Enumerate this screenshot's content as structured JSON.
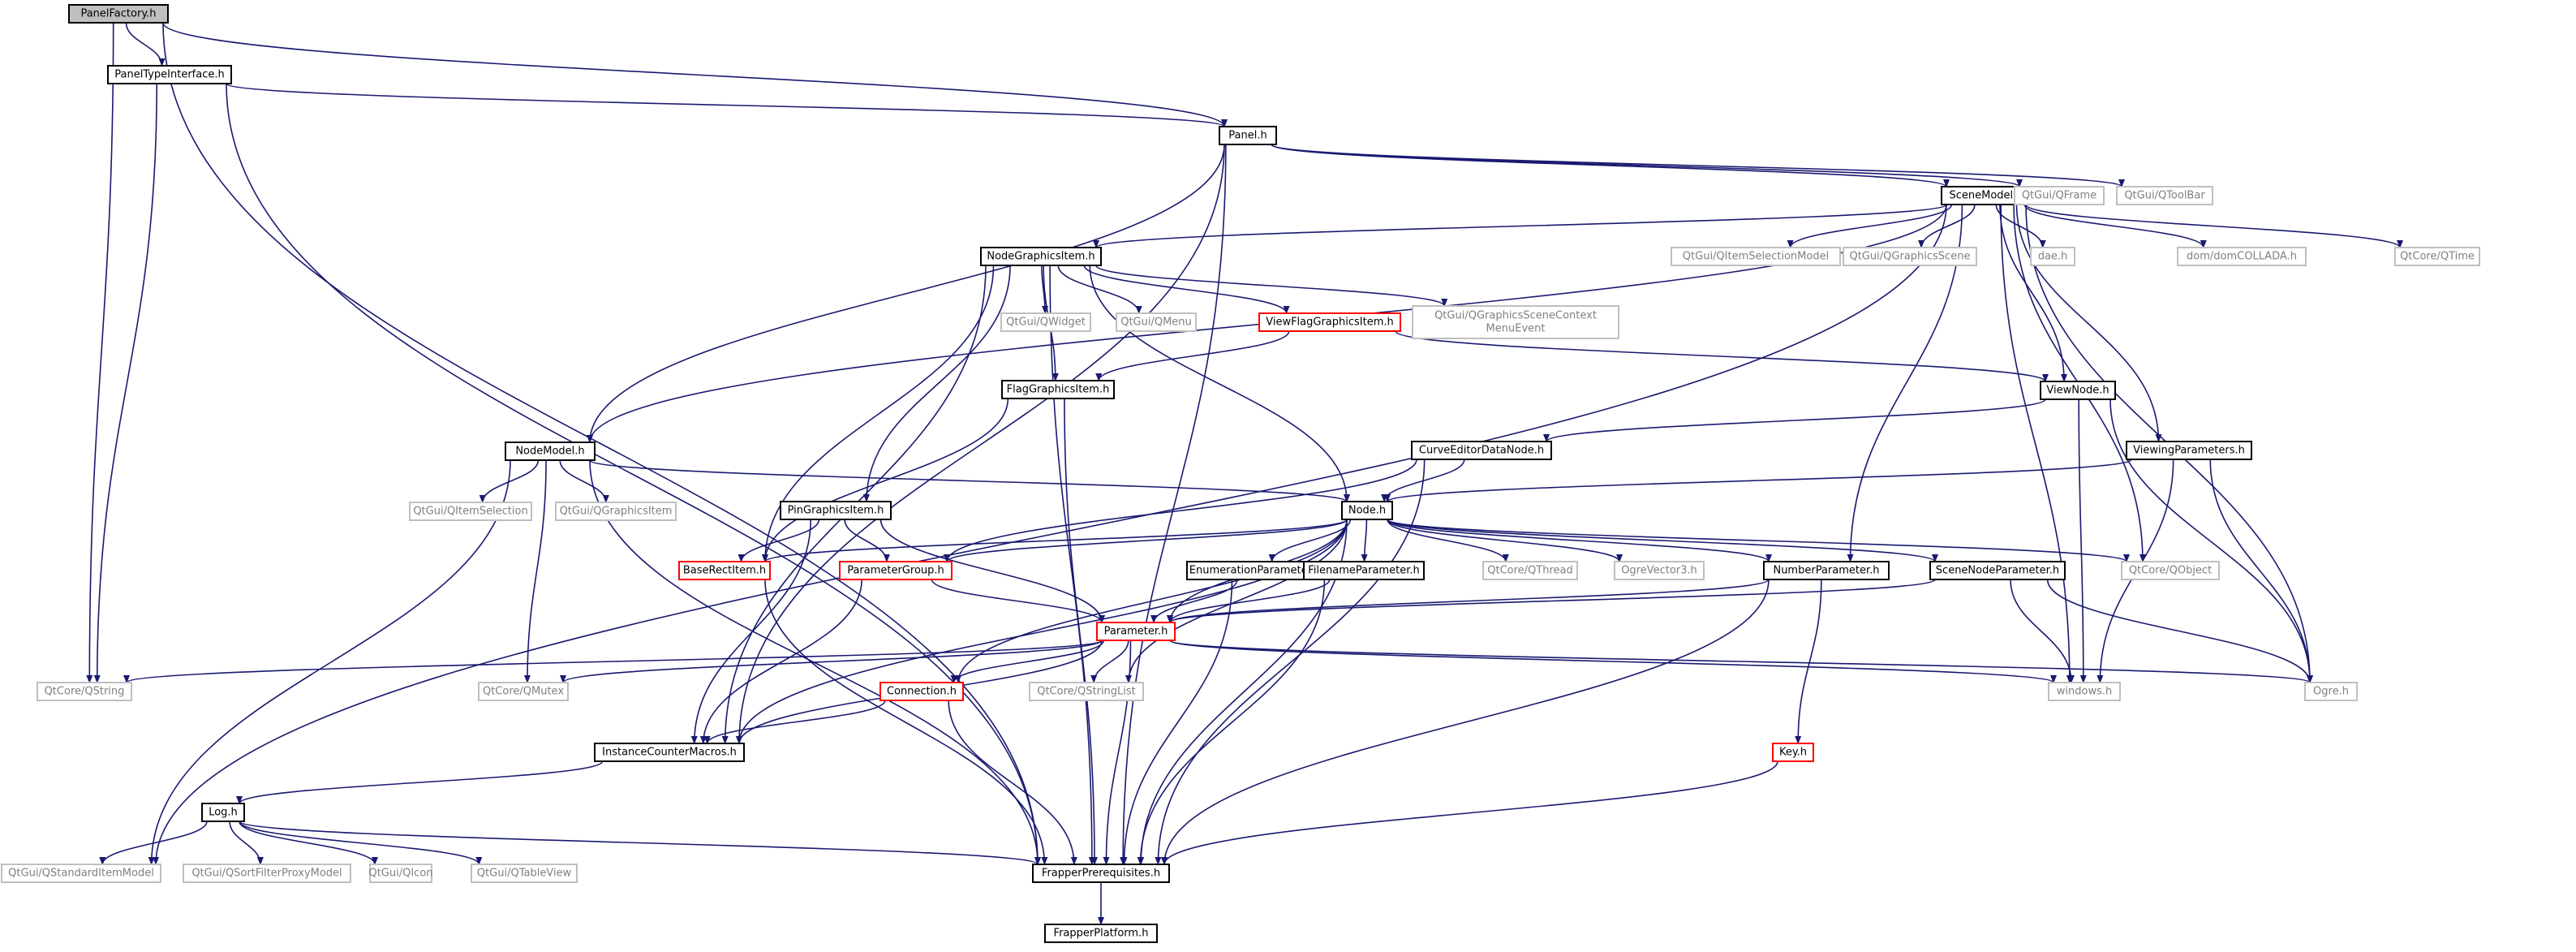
{
  "graph": {
    "nodes": [
      {
        "id": "PanelFactory",
        "label": "PanelFactory.h",
        "kind": "root"
      },
      {
        "id": "PanelTypeInterface",
        "label": "PanelTypeInterface.h",
        "kind": "normal"
      },
      {
        "id": "Panel",
        "label": "Panel.h",
        "kind": "normal"
      },
      {
        "id": "SceneModel",
        "label": "SceneModel.h",
        "kind": "normal"
      },
      {
        "id": "QFrame",
        "label": "QtGui/QFrame",
        "kind": "external"
      },
      {
        "id": "QToolBar",
        "label": "QtGui/QToolBar",
        "kind": "external"
      },
      {
        "id": "NodeGraphicsItem",
        "label": "NodeGraphicsItem.h",
        "kind": "normal"
      },
      {
        "id": "QItemSelectionModel",
        "label": "QtGui/QItemSelectionModel",
        "kind": "external"
      },
      {
        "id": "QGraphicsScene",
        "label": "QtGui/QGraphicsScene",
        "kind": "external"
      },
      {
        "id": "dae",
        "label": "dae.h",
        "kind": "external"
      },
      {
        "id": "domCOLLADA",
        "label": "dom/domCOLLADA.h",
        "kind": "external"
      },
      {
        "id": "QTime",
        "label": "QtCore/QTime",
        "kind": "external"
      },
      {
        "id": "QWidget",
        "label": "QtGui/QWidget",
        "kind": "external"
      },
      {
        "id": "QMenu",
        "label": "QtGui/QMenu",
        "kind": "external"
      },
      {
        "id": "ViewFlagGraphicsItem",
        "label": "ViewFlagGraphicsItem.h",
        "kind": "truncated"
      },
      {
        "id": "QGSCME",
        "label": "QtGui/QGraphicsSceneContext\nMenuEvent",
        "kind": "external"
      },
      {
        "id": "FlagGraphicsItem",
        "label": "FlagGraphicsItem.h",
        "kind": "normal"
      },
      {
        "id": "ViewNode",
        "label": "ViewNode.h",
        "kind": "normal"
      },
      {
        "id": "NodeModel",
        "label": "NodeModel.h",
        "kind": "normal"
      },
      {
        "id": "CurveEditorDataNode",
        "label": "CurveEditorDataNode.h",
        "kind": "normal"
      },
      {
        "id": "ViewingParameters",
        "label": "ViewingParameters.h",
        "kind": "normal"
      },
      {
        "id": "QItemSelection",
        "label": "QtGui/QItemSelection",
        "kind": "external"
      },
      {
        "id": "QGraphicsItem",
        "label": "QtGui/QGraphicsItem",
        "kind": "external"
      },
      {
        "id": "PinGraphicsItem",
        "label": "PinGraphicsItem.h",
        "kind": "normal"
      },
      {
        "id": "Node",
        "label": "Node.h",
        "kind": "normal"
      },
      {
        "id": "BaseRectItem",
        "label": "BaseRectItem.h",
        "kind": "truncated"
      },
      {
        "id": "ParameterGroup",
        "label": "ParameterGroup.h",
        "kind": "truncated"
      },
      {
        "id": "EnumerationParameter",
        "label": "EnumerationParameter.h",
        "kind": "normal"
      },
      {
        "id": "FilenameParameter",
        "label": "FilenameParameter.h",
        "kind": "normal"
      },
      {
        "id": "QThread",
        "label": "QtCore/QThread",
        "kind": "external"
      },
      {
        "id": "OgreVector3",
        "label": "OgreVector3.h",
        "kind": "external"
      },
      {
        "id": "NumberParameter",
        "label": "NumberParameter.h",
        "kind": "normal"
      },
      {
        "id": "SceneNodeParameter",
        "label": "SceneNodeParameter.h",
        "kind": "normal"
      },
      {
        "id": "QObject",
        "label": "QtCore/QObject",
        "kind": "external"
      },
      {
        "id": "Parameter",
        "label": "Parameter.h",
        "kind": "truncated"
      },
      {
        "id": "QString",
        "label": "QtCore/QString",
        "kind": "external"
      },
      {
        "id": "QMutex",
        "label": "QtCore/QMutex",
        "kind": "external"
      },
      {
        "id": "Connection",
        "label": "Connection.h",
        "kind": "truncated"
      },
      {
        "id": "QStringList",
        "label": "QtCore/QStringList",
        "kind": "external"
      },
      {
        "id": "windows",
        "label": "windows.h",
        "kind": "external"
      },
      {
        "id": "Ogre",
        "label": "Ogre.h",
        "kind": "external"
      },
      {
        "id": "InstanceCounterMacros",
        "label": "InstanceCounterMacros.h",
        "kind": "normal"
      },
      {
        "id": "Key",
        "label": "Key.h",
        "kind": "truncated"
      },
      {
        "id": "Log",
        "label": "Log.h",
        "kind": "normal"
      },
      {
        "id": "QStandardItemModel",
        "label": "QtGui/QStandardItemModel",
        "kind": "external"
      },
      {
        "id": "QSortFilterProxyModel",
        "label": "QtGui/QSortFilterProxyModel",
        "kind": "external"
      },
      {
        "id": "QIcon",
        "label": "QtGui/QIcon",
        "kind": "external"
      },
      {
        "id": "QTableView",
        "label": "QtGui/QTableView",
        "kind": "external"
      },
      {
        "id": "FrapperPrerequisites",
        "label": "FrapperPrerequisites.h",
        "kind": "normal"
      },
      {
        "id": "FrapperPlatform",
        "label": "FrapperPlatform.h",
        "kind": "normal"
      }
    ],
    "edges": [
      [
        "PanelFactory",
        "PanelTypeInterface"
      ],
      [
        "PanelFactory",
        "Panel"
      ],
      [
        "PanelFactory",
        "QString"
      ],
      [
        "PanelFactory",
        "FrapperPrerequisites"
      ],
      [
        "PanelTypeInterface",
        "Panel"
      ],
      [
        "PanelTypeInterface",
        "QString"
      ],
      [
        "PanelTypeInterface",
        "FrapperPrerequisites"
      ],
      [
        "Panel",
        "SceneModel"
      ],
      [
        "Panel",
        "QFrame"
      ],
      [
        "Panel",
        "QToolBar"
      ],
      [
        "Panel",
        "NodeModel"
      ],
      [
        "Panel",
        "InstanceCounterMacros"
      ],
      [
        "Panel",
        "FrapperPrerequisites"
      ],
      [
        "SceneModel",
        "NodeGraphicsItem"
      ],
      [
        "SceneModel",
        "QItemSelectionModel"
      ],
      [
        "SceneModel",
        "QGraphicsScene"
      ],
      [
        "SceneModel",
        "dae"
      ],
      [
        "SceneModel",
        "domCOLLADA"
      ],
      [
        "SceneModel",
        "QTime"
      ],
      [
        "SceneModel",
        "ViewNode"
      ],
      [
        "SceneModel",
        "ViewingParameters"
      ],
      [
        "SceneModel",
        "NodeModel"
      ],
      [
        "SceneModel",
        "QStandardItemModel"
      ],
      [
        "SceneModel",
        "NumberParameter"
      ],
      [
        "SceneModel",
        "QObject"
      ],
      [
        "SceneModel",
        "windows"
      ],
      [
        "SceneModel",
        "Ogre"
      ],
      [
        "NodeGraphicsItem",
        "QWidget"
      ],
      [
        "NodeGraphicsItem",
        "QMenu"
      ],
      [
        "NodeGraphicsItem",
        "ViewFlagGraphicsItem"
      ],
      [
        "NodeGraphicsItem",
        "QGSCME"
      ],
      [
        "NodeGraphicsItem",
        "FlagGraphicsItem"
      ],
      [
        "NodeGraphicsItem",
        "PinGraphicsItem"
      ],
      [
        "NodeGraphicsItem",
        "Node"
      ],
      [
        "NodeGraphicsItem",
        "BaseRectItem"
      ],
      [
        "NodeGraphicsItem",
        "InstanceCounterMacros"
      ],
      [
        "NodeGraphicsItem",
        "FrapperPrerequisites"
      ],
      [
        "ViewFlagGraphicsItem",
        "FlagGraphicsItem"
      ],
      [
        "ViewFlagGraphicsItem",
        "ViewNode"
      ],
      [
        "FlagGraphicsItem",
        "BaseRectItem"
      ],
      [
        "FlagGraphicsItem",
        "FrapperPrerequisites"
      ],
      [
        "ViewNode",
        "CurveEditorDataNode"
      ],
      [
        "ViewNode",
        "windows"
      ],
      [
        "ViewNode",
        "Ogre"
      ],
      [
        "CurveEditorDataNode",
        "Node"
      ],
      [
        "CurveEditorDataNode",
        "ParameterGroup"
      ],
      [
        "CurveEditorDataNode",
        "FrapperPrerequisites"
      ],
      [
        "ViewingParameters",
        "Node"
      ],
      [
        "ViewingParameters",
        "windows"
      ],
      [
        "ViewingParameters",
        "Ogre"
      ],
      [
        "NodeModel",
        "QItemSelection"
      ],
      [
        "NodeModel",
        "QGraphicsItem"
      ],
      [
        "NodeModel",
        "Node"
      ],
      [
        "NodeModel",
        "QMutex"
      ],
      [
        "NodeModel",
        "QStandardItemModel"
      ],
      [
        "NodeModel",
        "FrapperPrerequisites"
      ],
      [
        "PinGraphicsItem",
        "BaseRectItem"
      ],
      [
        "PinGraphicsItem",
        "ParameterGroup"
      ],
      [
        "PinGraphicsItem",
        "Parameter"
      ],
      [
        "PinGraphicsItem",
        "InstanceCounterMacros"
      ],
      [
        "Node",
        "ParameterGroup"
      ],
      [
        "Node",
        "BaseRectItem"
      ],
      [
        "Node",
        "EnumerationParameter"
      ],
      [
        "Node",
        "FilenameParameter"
      ],
      [
        "Node",
        "QThread"
      ],
      [
        "Node",
        "OgreVector3"
      ],
      [
        "Node",
        "NumberParameter"
      ],
      [
        "Node",
        "SceneNodeParameter"
      ],
      [
        "Node",
        "QObject"
      ],
      [
        "Node",
        "Parameter"
      ],
      [
        "Node",
        "Connection"
      ],
      [
        "Node",
        "QStringList"
      ],
      [
        "Node",
        "InstanceCounterMacros"
      ],
      [
        "Node",
        "FrapperPrerequisites"
      ],
      [
        "BaseRectItem",
        "FrapperPrerequisites"
      ],
      [
        "ParameterGroup",
        "Parameter"
      ],
      [
        "ParameterGroup",
        "InstanceCounterMacros"
      ],
      [
        "EnumerationParameter",
        "Parameter"
      ],
      [
        "EnumerationParameter",
        "FrapperPrerequisites"
      ],
      [
        "FilenameParameter",
        "Parameter"
      ],
      [
        "FilenameParameter",
        "FrapperPrerequisites"
      ],
      [
        "NumberParameter",
        "Parameter"
      ],
      [
        "NumberParameter",
        "Key"
      ],
      [
        "NumberParameter",
        "FrapperPrerequisites"
      ],
      [
        "SceneNodeParameter",
        "Parameter"
      ],
      [
        "SceneNodeParameter",
        "windows"
      ],
      [
        "SceneNodeParameter",
        "Ogre"
      ],
      [
        "Parameter",
        "QString"
      ],
      [
        "Parameter",
        "QMutex"
      ],
      [
        "Parameter",
        "Connection"
      ],
      [
        "Parameter",
        "QStringList"
      ],
      [
        "Parameter",
        "windows"
      ],
      [
        "Parameter",
        "Ogre"
      ],
      [
        "Parameter",
        "InstanceCounterMacros"
      ],
      [
        "Parameter",
        "FrapperPrerequisites"
      ],
      [
        "Connection",
        "InstanceCounterMacros"
      ],
      [
        "Connection",
        "FrapperPrerequisites"
      ],
      [
        "InstanceCounterMacros",
        "Log"
      ],
      [
        "Key",
        "FrapperPrerequisites"
      ],
      [
        "Log",
        "QStandardItemModel"
      ],
      [
        "Log",
        "QSortFilterProxyModel"
      ],
      [
        "Log",
        "QIcon"
      ],
      [
        "Log",
        "QTableView"
      ],
      [
        "Log",
        "FrapperPrerequisites"
      ],
      [
        "FrapperPrerequisites",
        "FrapperPlatform"
      ]
    ]
  },
  "colors": {
    "edge": "#191970",
    "normal_border": "#000000",
    "external_border": "#bfbfbf",
    "truncated_border": "#ff0000",
    "root_fill": "#bfbfbf",
    "external_text": "#7f7f7f",
    "text": "#000000"
  }
}
